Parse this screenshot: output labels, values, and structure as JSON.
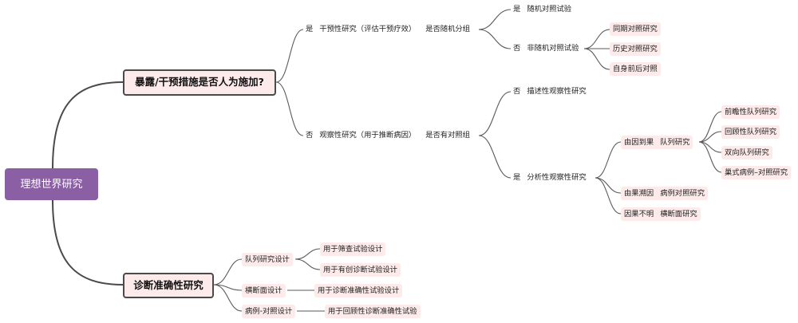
{
  "root": "理想世界研究",
  "branch1": {
    "title": "暴露/干预措施是否人为施加?",
    "yes": {
      "label": "是",
      "text": "干预性研究（评估干预疗效）",
      "question": "是否随机分组",
      "rct": {
        "label": "是",
        "text": "随机对照试验"
      },
      "nonrandom": {
        "label": "否",
        "text": "非随机对照试验",
        "items": [
          "同期对照研究",
          "历史对照研究",
          "自身前后对照"
        ]
      }
    },
    "no": {
      "label": "否",
      "text": "观察性研究（用于推断病因）",
      "question": "是否有对照组",
      "descriptive": {
        "label": "否",
        "text": "描述性观察性研究"
      },
      "analytic": {
        "label": "是",
        "text": "分析性观察性研究",
        "cohort": {
          "prefix": "由因到果",
          "text": "队列研究",
          "items": [
            "前瞻性队列研究",
            "回顾性队列研究",
            "双向队列研究",
            "巢式病例–对照研究"
          ]
        },
        "casecontrol": {
          "prefix": "由果溯因",
          "text": "病例对照研究"
        },
        "cross": {
          "prefix": "因果不明",
          "text": "横断面研究"
        }
      }
    }
  },
  "branch2": {
    "title": "诊断准确性研究",
    "items": [
      {
        "label": "队列研究设计",
        "subs": [
          "用于筛查试验设计",
          "用于有创诊断试验设计"
        ]
      },
      {
        "label": "横断面设计",
        "subs": [
          "用于诊断准确性试验设计"
        ]
      },
      {
        "label": "病例-对照设计",
        "subs": [
          "用于回顾性诊断准确性试验"
        ]
      }
    ]
  }
}
